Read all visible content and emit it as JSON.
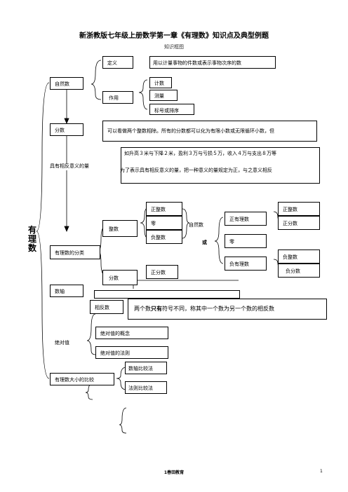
{
  "title": "新浙教版七年级上册数学第一章《有理数》知识点及典型例题",
  "subtitle": "知识框图",
  "main_label": "有理数",
  "natural": {
    "label": "自然数",
    "def_label": "定义",
    "def_text": "用以计量事物的件数或表示事物次序的数",
    "use_label": "作用",
    "uses": [
      "计数",
      "测量",
      "标号或排序"
    ]
  },
  "fraction": {
    "label": "分数",
    "text": "可以看做两个整数相除。所有的分数都可以化为有限小数或无限循环小数，但"
  },
  "opposite_quantity": {
    "label": "具有相反意义的量",
    "example": "如升高３米与下降２米，盈利３万与亏损５万，收入４万与支出８万等",
    "text": "为了表示具有相反意义的量，把一种意义的量规定为正，与之意义相反"
  },
  "classification": {
    "label": "有理数的分类",
    "integer_label": "整数",
    "integer_items": [
      "正整数",
      "零",
      "负整数"
    ],
    "natural_label": "自然数",
    "fraction_label": "分数",
    "fraction_items": [
      "正分数"
    ],
    "or_label": "或",
    "right_groups": [
      "正有理数",
      "零",
      "负有理数"
    ],
    "right_sub": [
      "正整数",
      "正分数",
      "负整数",
      "负分数"
    ]
  },
  "number_line": {
    "label": "数轴",
    "opp_label": "相反数",
    "opp_text_1": "两个数",
    "opp_text_bold": "只有",
    "opp_text_2": "符号不同，称其中一个数为另一个数的相反数"
  },
  "abs": {
    "label": "绝对值",
    "items": [
      "绝对值的概念",
      "绝对值的法则"
    ]
  },
  "compare": {
    "label": "有理数大小的比较",
    "items": [
      "数轴比较法",
      "法则比较法"
    ]
  },
  "footer": "1春田教育",
  "page_number": "1"
}
